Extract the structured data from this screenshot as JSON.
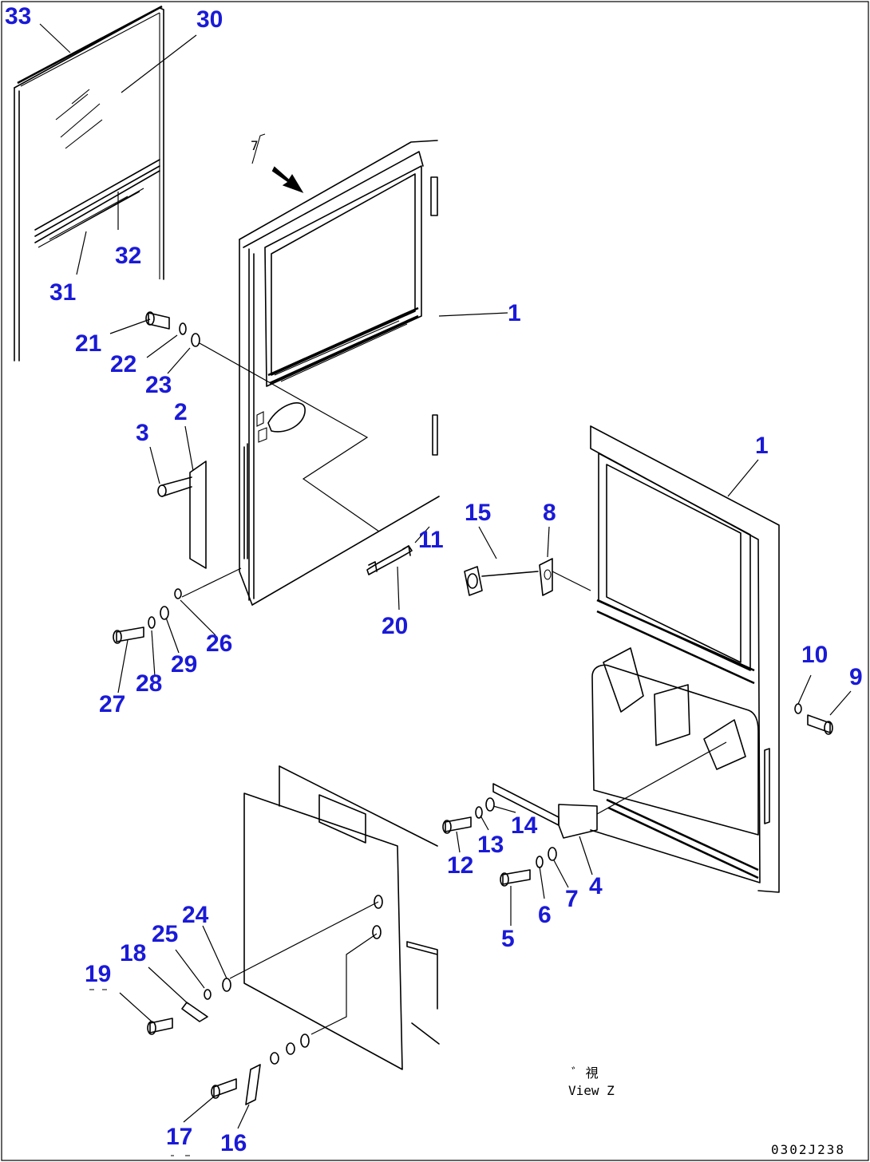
{
  "diagram": {
    "labels": [
      "1",
      "1",
      "2",
      "3",
      "4",
      "5",
      "6",
      "7",
      "8",
      "9",
      "10",
      "11",
      "12",
      "13",
      "14",
      "15",
      "16",
      "17",
      "18",
      "19",
      "20",
      "21",
      "22",
      "23",
      "24",
      "25",
      "26",
      "27",
      "28",
      "29",
      "30",
      "31",
      "32",
      "33"
    ],
    "view_ref": "7",
    "view_caption_mark": "ﾞ 視",
    "view_caption": "View Z",
    "drawing_number": "0302J238"
  }
}
